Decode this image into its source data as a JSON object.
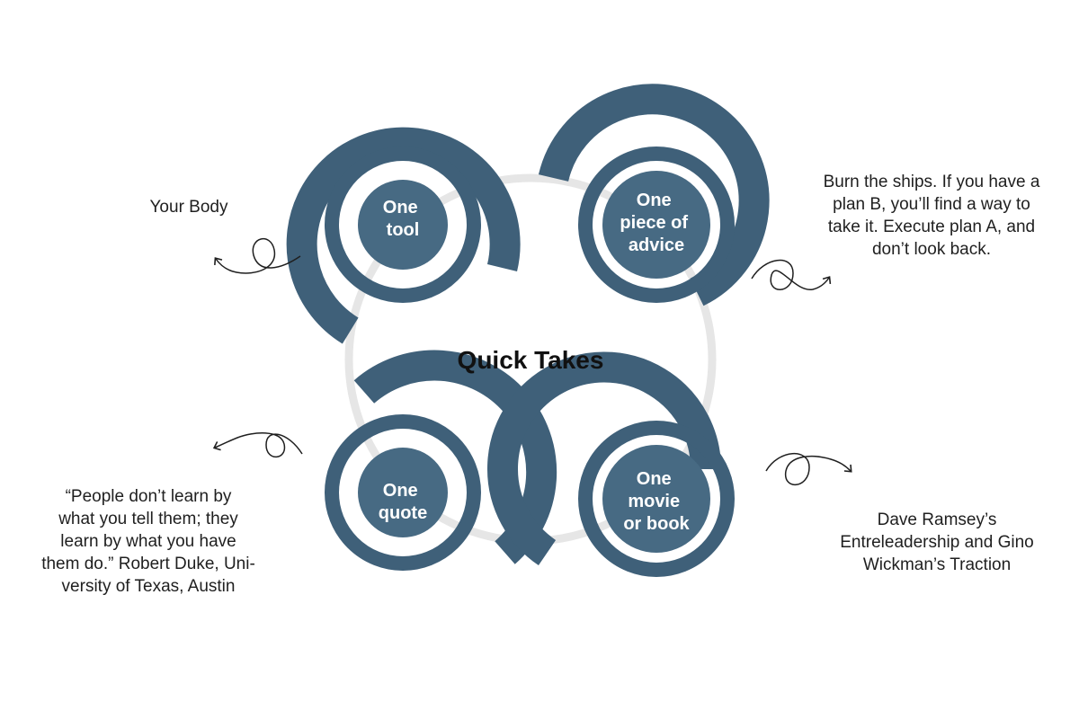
{
  "title": "Quick Takes",
  "colors": {
    "ring": "#3f6079",
    "inner_disc": "#476a83",
    "hub_ring": "#e6e6e6",
    "text": "#1f1f1f"
  },
  "sections": {
    "tool": {
      "label_lines": [
        "One",
        "tool"
      ],
      "note_lines": [
        "Your Body"
      ]
    },
    "advice": {
      "label_lines": [
        "One",
        "piece of",
        "advice"
      ],
      "note_lines": [
        "Burn the ships. If you have a",
        "plan B, you’ll find a way to",
        "take it. Execute plan A, and",
        "don’t look back."
      ]
    },
    "quote": {
      "label_lines": [
        "One",
        "quote"
      ],
      "note_lines": [
        "“People don’t learn by",
        "what you tell them; they",
        "learn by what you have",
        "them do.” Robert Duke, Uni-",
        "versity of Texas, Austin"
      ]
    },
    "movie": {
      "label_lines": [
        "One",
        "movie",
        "or book"
      ],
      "note_lines": [
        "Dave Ramsey’s",
        "Entreleadership and Gino",
        "Wickman’s Traction"
      ]
    }
  },
  "icons": {
    "connector": "loop-arrow-icon"
  }
}
